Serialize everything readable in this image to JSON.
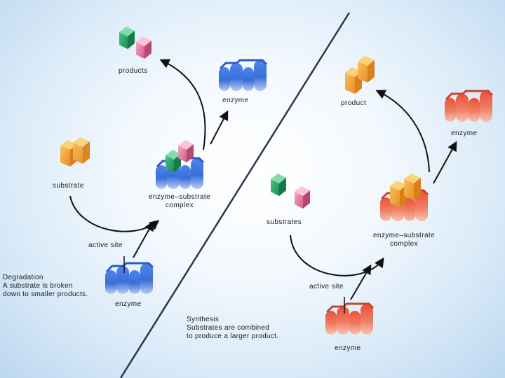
{
  "labels": {
    "products": "products",
    "enzyme_top": "enzyme",
    "product": "product",
    "enzyme_right": "enzyme",
    "substrate": "substrate",
    "complex_left_line1": "enzyme–substrate",
    "complex_left_line2": "complex",
    "substrates": "substrates",
    "complex_right_line1": "enzyme–substrate",
    "complex_right_line2": "complex",
    "active_site_left": "active site",
    "active_site_right": "active site",
    "enzyme_bottom_left": "enzyme",
    "enzyme_bottom_right": "enzyme"
  },
  "degradation": {
    "title": "Degradation",
    "line1": "A substrate is broken",
    "line2": "down to smaller products."
  },
  "synthesis": {
    "title": "Synthesis",
    "line1": "Substrates are combined",
    "line2": "to produce a larger product."
  },
  "colors": {
    "enzyme_blue": "#3a6fd8",
    "enzyme_red": "#e8604a",
    "substrate_orange": "#f3a93a",
    "substrate_green": "#2fa86a",
    "substrate_pink": "#e07aa0",
    "divider": "#2a3550"
  }
}
